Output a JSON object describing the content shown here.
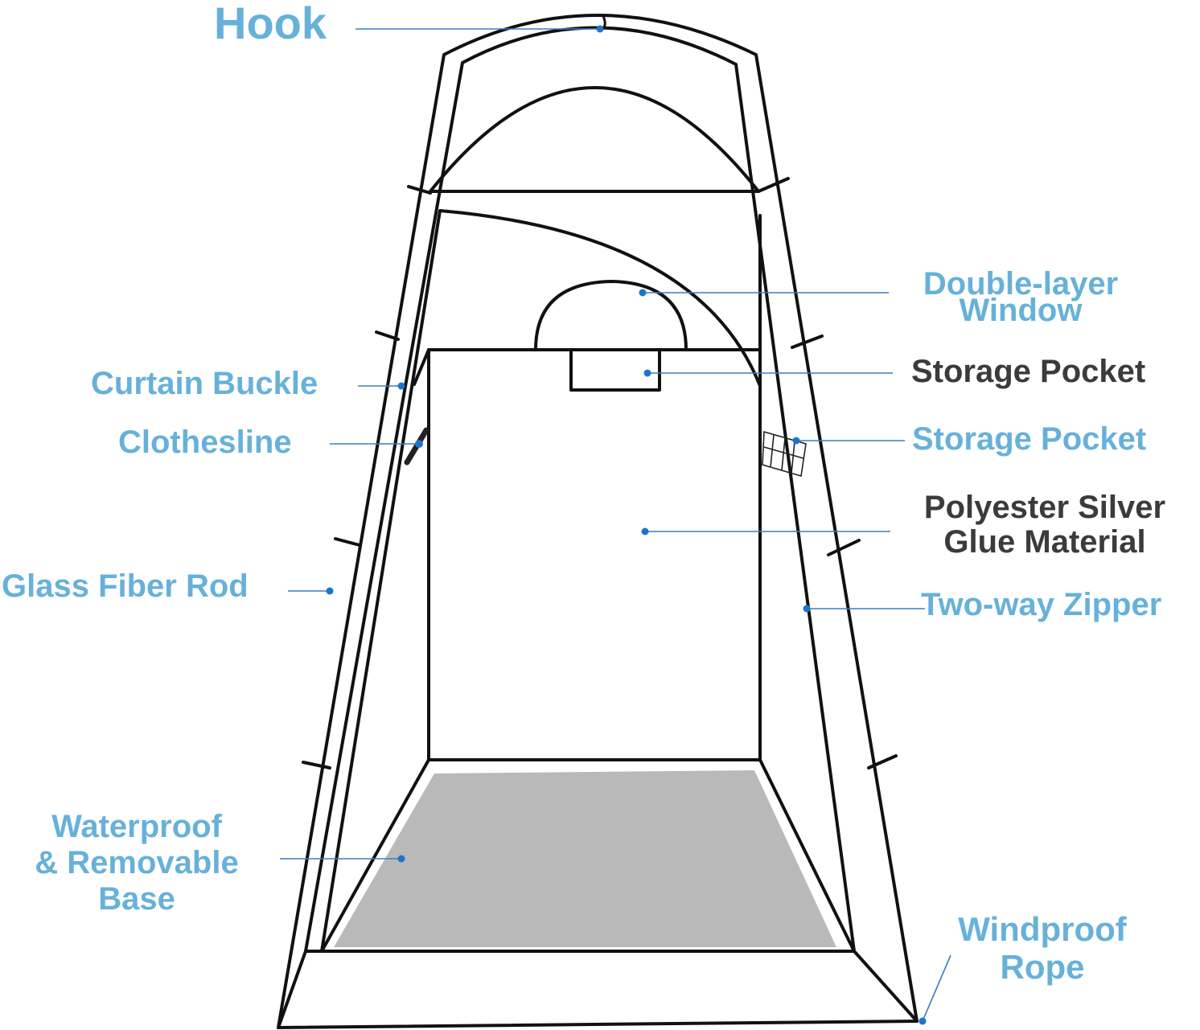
{
  "colors": {
    "label_blue": "#67b1d9",
    "label_dark": "#3b3b3b",
    "leader": "#3a7fbf",
    "dot": "#1f74c9",
    "outline": "#111111",
    "base_fill": "#b9b9b9"
  },
  "labels": {
    "hook": "Hook",
    "window_line1": "Double-layer",
    "window_line2": "Window",
    "storage_pocket_top": "Storage Pocket",
    "storage_pocket_side": "Storage Pocket",
    "curtain_buckle": "Curtain Buckle",
    "clothesline": "Clothesline",
    "material_line1": "Polyester Silver",
    "material_line2": "Glue Material",
    "glass_fiber_rod": "Glass Fiber Rod",
    "zipper": "Two-way Zipper",
    "base_line1": "Waterproof",
    "base_line2": "& Removable",
    "base_line3": "Base",
    "rope_line1": "Windproof",
    "rope_line2": "Rope"
  }
}
